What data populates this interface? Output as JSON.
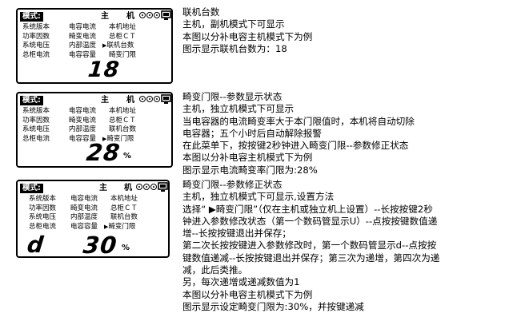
{
  "panels": [
    {
      "tag": "模式:",
      "zhu": "主",
      "ji": "机",
      "col1": [
        "系统版本",
        "功率因数",
        "系统电压",
        "总柜电流"
      ],
      "col2": [
        "电容电流",
        "畸变电流",
        "内部温度",
        "电容容量"
      ],
      "col3": [
        "本机地址",
        "总柜ＣＴ",
        "联机台数",
        "畸变门限"
      ],
      "marked": "联机台数",
      "digits": "18",
      "unit": ""
    },
    {
      "tag": "模式:",
      "zhu": "主",
      "ji": "机",
      "col1": [
        "系统版本",
        "功率因数",
        "系统电压",
        "总柜电流"
      ],
      "col2": [
        "电容电流",
        "畸变电流",
        "内部温度",
        "电容容量"
      ],
      "col3": [
        "本机地址",
        "总柜ＣＴ",
        "联机台数",
        "畸变门限"
      ],
      "marked": "畸变门限",
      "digits": "28",
      "unit": "%"
    },
    {
      "tag": "模式:",
      "zhu": "主",
      "ji": "机",
      "col1": [
        "系统版本",
        "功率因数",
        "系统电压",
        "总柜电流"
      ],
      "col2": [
        "电容电流",
        "畸变电流",
        "内部温度",
        "电容容量"
      ],
      "col3": [
        "本机地址",
        "总柜ＣＴ",
        "联机台数",
        "畸变门限"
      ],
      "marked": "畸变门限",
      "prefix": "d",
      "digits": "30",
      "unit": "%"
    }
  ],
  "descriptions": [
    [
      "联机台数",
      "主机，副机模式下可显示",
      "本图以分补电容主机模式下为例",
      "图示显示联机台数为：18"
    ],
    [
      "畸变门限--参数显示状态",
      "主机，独立机模式下可显示",
      "当电容器的电流畸变率大于本门限值时，本机将自动切除",
      "电容器；五个小时后自动解除报警",
      "在此菜单下，按按键2秒钟进入畸变门限--参数修正状态",
      "本图以分补电容主机模式下为例",
      "图示显示电流畸变率门限为:28%"
    ],
    [
      "畸变门限--参数修正状态",
      "主机，独立机模式下可显示,设置方法",
      "选择“ ▶畸变门限”（仅在主机或独立机上设置）--长按按键2秒",
      "钟进入参数修改状态（第一个数码管显示U）--点按按键数值递",
      "增--长按按键退出并保存；",
      "第二次长按按键进入参数修改时，第一个数码管显示d--点按按",
      "键数值递减--长按按键退出并保存；第三次为递增，第四次为递",
      "减，此后类推。",
      "另，每次递增或递减数值为1",
      "本图以分补电容主机模式下为例",
      "图示显示设定畸变门限为:30%，并按键递减"
    ]
  ]
}
